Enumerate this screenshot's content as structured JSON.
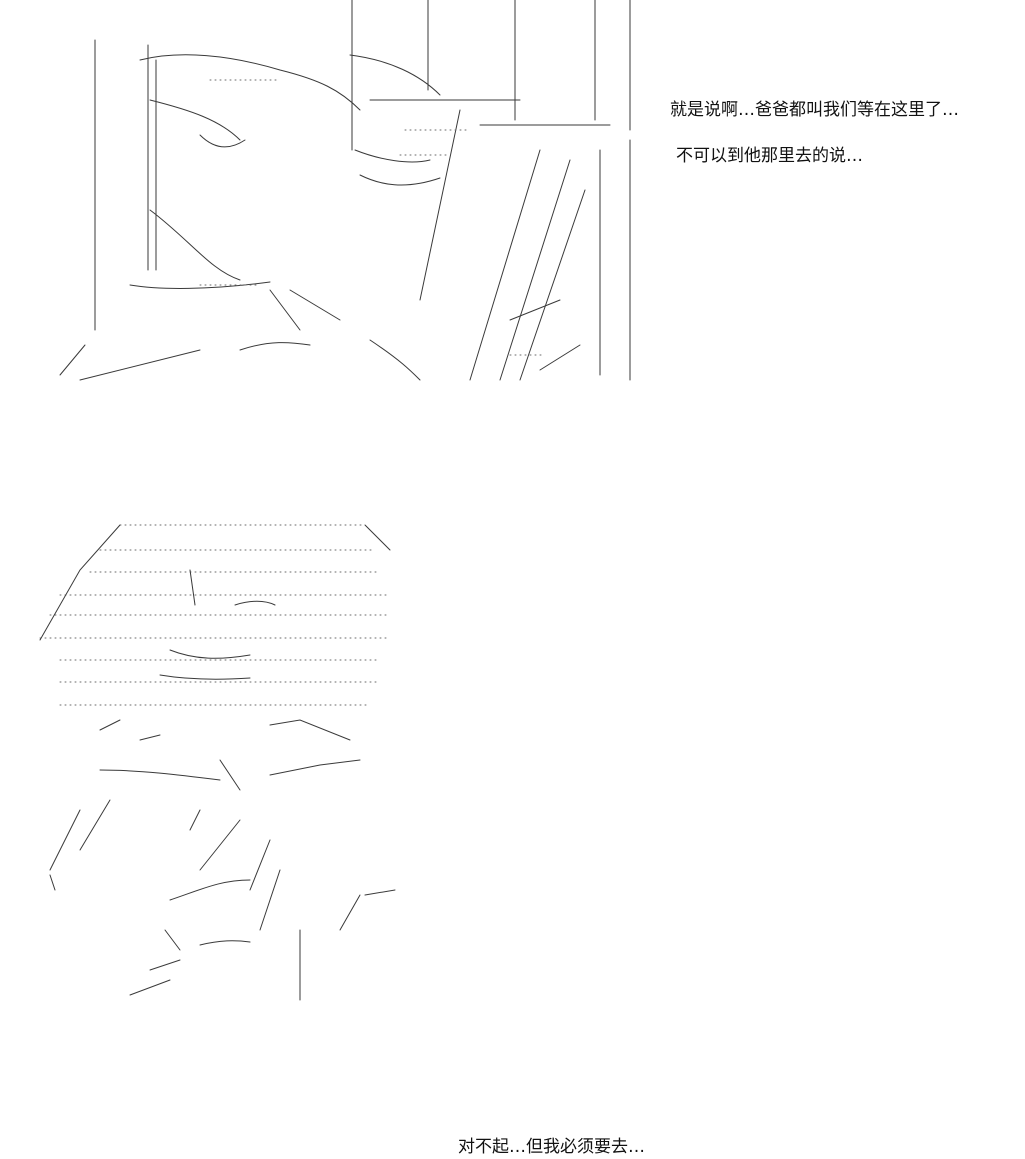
{
  "dialogue": {
    "top": {
      "line_1": "就是说啊…爸爸都叫我们等在这里了…",
      "line_2": "不可以到他那里去的说…"
    },
    "bottom": {
      "line_1": "对不起…但我必须要去…"
    }
  },
  "figures": {
    "top": {
      "kind": "ascii-art-illustration"
    },
    "bottom": {
      "kind": "ascii-art-illustration"
    }
  },
  "colors": {
    "background": "#ffffff",
    "text": "#111111",
    "line_art": "#3a3a3a"
  }
}
